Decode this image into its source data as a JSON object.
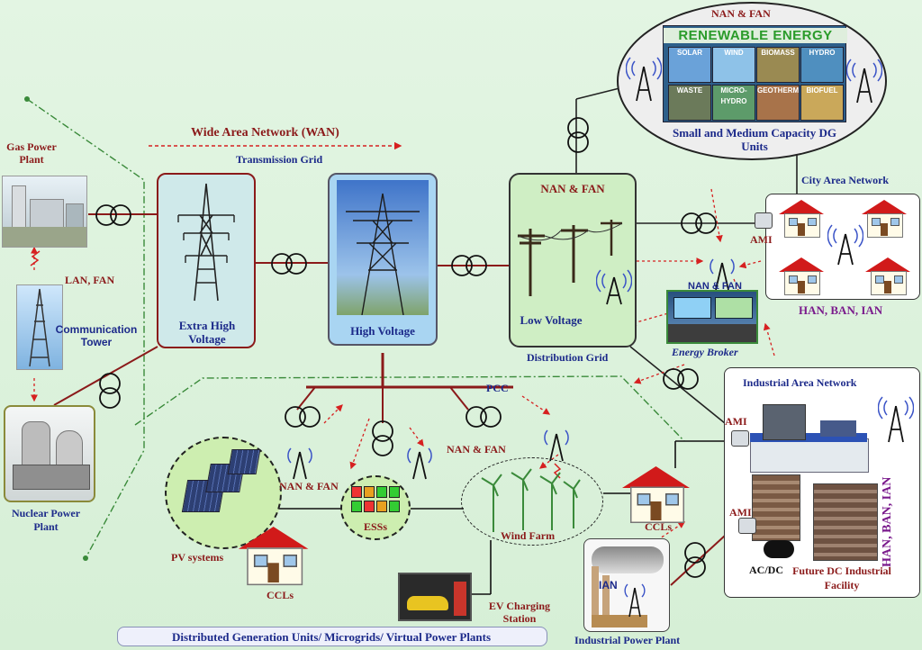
{
  "labels": {
    "gas_plant": "Gas Power Plant",
    "lan_fan": "LAN, FAN",
    "comm_tower": "Communication Tower",
    "nuclear_plant": "Nuclear Power Plant",
    "wan": "Wide Area Network (WAN)",
    "transmission_grid": "Transmission Grid",
    "extra_high_voltage": "Extra High Voltage",
    "high_voltage": "High Voltage",
    "nan_fan_dist": "NAN & FAN",
    "low_voltage": "Low Voltage",
    "distribution_grid": "Distribution Grid",
    "nan_fan_top": "NAN & FAN",
    "renewable_energy": "RENEWABLE ENERGY",
    "re_tiles": [
      "SOLAR",
      "WIND",
      "BIOMASS",
      "HYDRO",
      "WASTE",
      "MICRO-HYDRO",
      "GEOTHERMAL",
      "BIOFUEL"
    ],
    "dg_units": "Small and Medium Capacity DG Units",
    "city_area_network": "City Area Network",
    "ami_city": "AMI",
    "han_ban_ian_city": "HAN, BAN, IAN",
    "nan_fan_broker": "NAN & FAN",
    "energy_broker": "Energy Broker",
    "industrial_area_network": "Industrial Area Network",
    "ami_ind1": "AMI",
    "ami_ind2": "AMI",
    "han_ban_ian_ind": "HAN, BAN, IAN",
    "ac_dc": "AC/DC",
    "future_dc": "Future DC Industrial Facility",
    "pcc": "PCC",
    "nan_fan_pv": "NAN & FAN",
    "nan_fan_wind": "NAN & FAN",
    "pv_systems": "PV systems",
    "esss": "ESSs",
    "wind_farm": "Wind Farm",
    "ccls_left": "CCLs",
    "ccls_right": "CCLs",
    "ev_station": "EV Charging Station",
    "ian": "IAN",
    "industrial_power_plant": "Industrial Power Plant",
    "dg_microgrids": "Distributed Generation Units/ Microgrids/ Virtual Power Plants"
  }
}
